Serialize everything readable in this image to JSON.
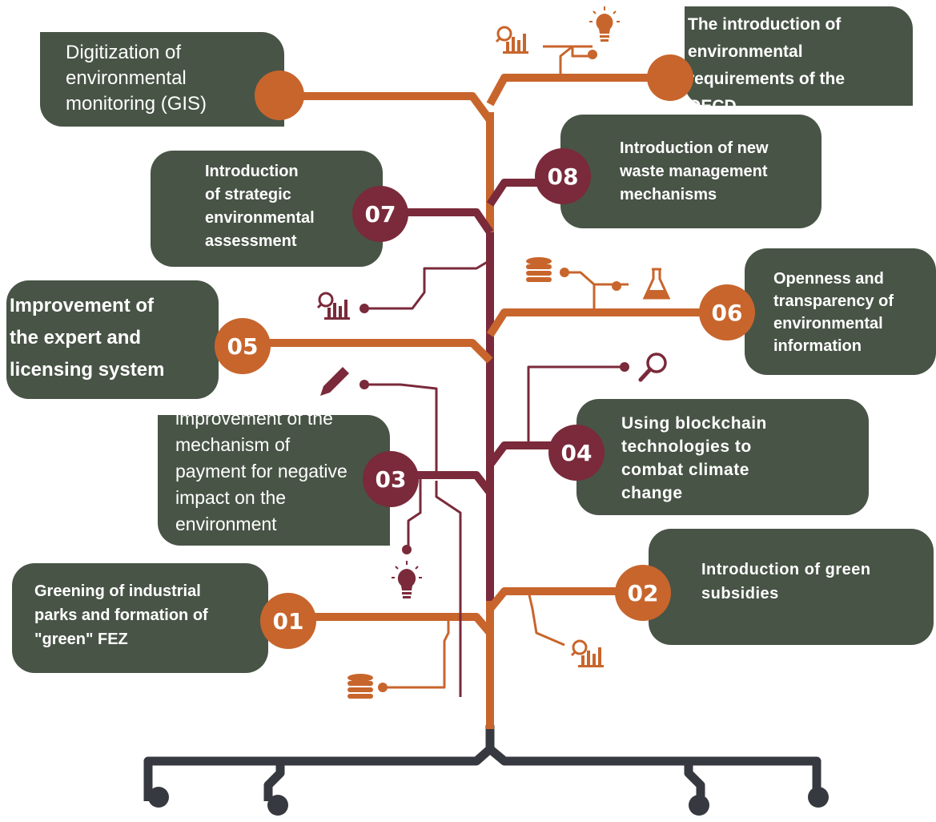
{
  "colors": {
    "orange": "#c8652c",
    "maroon": "#7a2a3a",
    "dark": "#36393f",
    "box": "#485446"
  },
  "items": [
    {
      "number": "01",
      "text": "Greening of industrial\nparks and formation of\n\"green\"  FEZ",
      "color": "orange"
    },
    {
      "number": "02",
      "text": "Introduction  of green\nsubsidies",
      "color": "orange"
    },
    {
      "number": "03",
      "text": "improvement of the\nmechanism of\npayment for negative\nimpact on the\nenvironment",
      "color": "maroon"
    },
    {
      "number": "04",
      "text": "Using blockchain\ntechnologies to\ncombat climate\nchange",
      "color": "maroon"
    },
    {
      "number": "05",
      "text": "Improvement of\nthe expert and\nlicensing system",
      "color": "orange"
    },
    {
      "number": "06",
      "text": "Openness and\ntransparency of\nenvironmental\ninformation",
      "color": "orange"
    },
    {
      "number": "07",
      "text": "Introduction\nof strategic\nenvironmental\nassessment",
      "color": "maroon"
    },
    {
      "number": "08",
      "text": "Introduction of new\nwaste management\nmechanisms",
      "color": "maroon"
    }
  ],
  "top_items": [
    {
      "text": "Digitization of\nenvironmental\nmonitoring (GIS)"
    },
    {
      "text": "The introduction of\nenvironmental\nrequirements of the\nOECD"
    }
  ],
  "icons": [
    "chart-icon",
    "lightbulb-icon",
    "coins-icon",
    "flask-icon",
    "magnifier-icon",
    "pencil-icon"
  ]
}
